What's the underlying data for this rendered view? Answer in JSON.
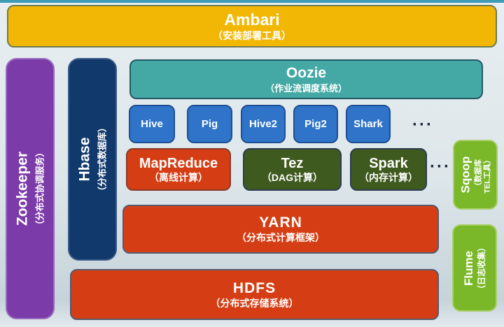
{
  "diagram": {
    "ambari": {
      "name": "Ambari",
      "sub": "（安装部署工具）"
    },
    "zookeeper": {
      "name": "Zookeeper",
      "sub": "（分布式协调服务）"
    },
    "hbase": {
      "name": "Hbase",
      "sub": "（分布式数据库）"
    },
    "oozie": {
      "name": "Oozie",
      "sub": "（作业流调度系统）"
    },
    "clients": {
      "items": [
        "Hive",
        "Pig",
        "Hive2",
        "Pig2",
        "Shark"
      ],
      "ellipsis": "···"
    },
    "engines": {
      "mapreduce": {
        "name": "MapReduce",
        "sub": "（离线计算）"
      },
      "tez": {
        "name": "Tez",
        "sub": "（DAG计算）"
      },
      "spark": {
        "name": "Spark",
        "sub": "（内存计算）"
      },
      "ellipsis": "···"
    },
    "yarn": {
      "name": "YARN",
      "sub": "（分布式计算框架）"
    },
    "hdfs": {
      "name": "HDFS",
      "sub": "（分布式存储系统）"
    },
    "sqoop": {
      "name": "Sqoop",
      "sub_line1": "（数据库",
      "sub_line2": "TEL工具）"
    },
    "flume": {
      "name": "Flume",
      "sub": "（日志收集）"
    }
  },
  "colors": {
    "background_top": "#e8eef1",
    "background_bottom": "#c6d3da",
    "ambari_gold": "#f2b705",
    "zookeeper_purple": "#7b3ba8",
    "hbase_navy": "#12396b",
    "oozie_teal": "#44a8a4",
    "client_blue": "#2f74c8",
    "red_orange": "#d53e14",
    "dark_green": "#3f5a1e",
    "light_green": "#7ab829",
    "text_white": "#ffffff"
  }
}
